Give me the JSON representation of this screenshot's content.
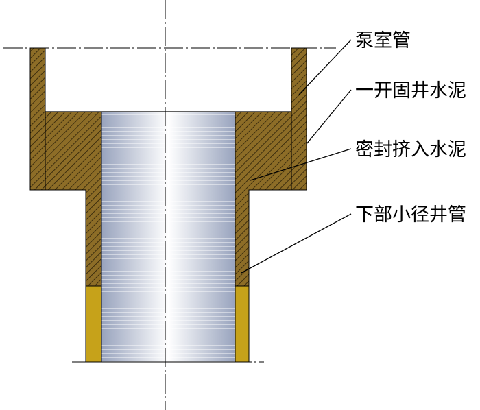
{
  "labels": {
    "pump_chamber_tube": "泵室管",
    "primary_cement": "一开固井水泥",
    "squeeze_cement": "密封挤入水泥",
    "lower_small_casing": "下部小径井管"
  },
  "colors": {
    "cement_fill": "#8d6d27",
    "hatch": "#2a1f08",
    "casing_fill": "#c6a21a",
    "steel_light": "#ffffff",
    "steel_dark": "#98a3bd"
  }
}
